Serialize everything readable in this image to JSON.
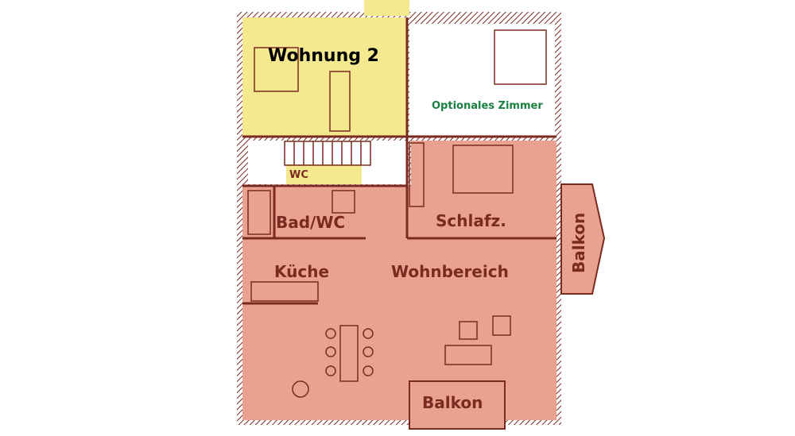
{
  "colors": {
    "apartment2": "#f4e98f",
    "main": "#e9a290",
    "wall": "#7a2a1f",
    "optional_text": "#1a8040"
  },
  "labels": {
    "wohnung2": "Wohnung 2",
    "optional": "Optionales Zimmer",
    "wc": "WC",
    "bad": "Bad/WC",
    "schlafz": "Schlafz.",
    "kueche": "Küche",
    "wohnbereich": "Wohnbereich",
    "balkon_right": "Balkon",
    "balkon_bottom": "Balkon"
  }
}
